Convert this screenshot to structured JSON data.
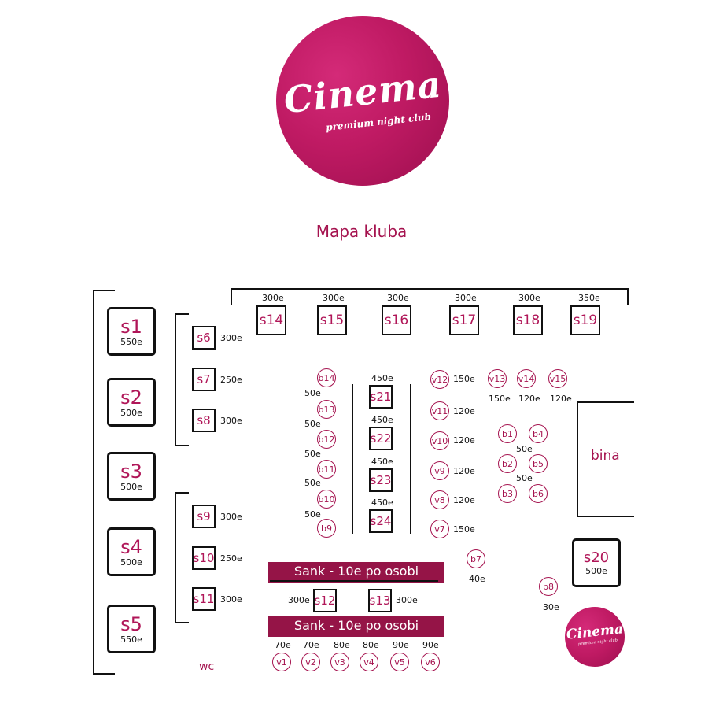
{
  "logo": {
    "word": "Cinema",
    "sub": "premium night club"
  },
  "title": "Mapa kluba",
  "big_seats": [
    {
      "id": "s1",
      "price": "550e"
    },
    {
      "id": "s2",
      "price": "500e"
    },
    {
      "id": "s3",
      "price": "500e"
    },
    {
      "id": "s4",
      "price": "500e"
    },
    {
      "id": "s5",
      "price": "550e"
    },
    {
      "id": "s20",
      "price": "500e"
    }
  ],
  "side_seats": [
    {
      "id": "s6",
      "price": "300e"
    },
    {
      "id": "s7",
      "price": "250e"
    },
    {
      "id": "s8",
      "price": "300e"
    },
    {
      "id": "s9",
      "price": "300e"
    },
    {
      "id": "s10",
      "price": "250e"
    },
    {
      "id": "s11",
      "price": "300e"
    }
  ],
  "top_seats": [
    {
      "id": "s14",
      "price": "300e"
    },
    {
      "id": "s15",
      "price": "300e"
    },
    {
      "id": "s16",
      "price": "300e"
    },
    {
      "id": "s17",
      "price": "300e"
    },
    {
      "id": "s18",
      "price": "300e"
    },
    {
      "id": "s19",
      "price": "350e"
    }
  ],
  "center_seats": [
    {
      "id": "s21",
      "price": "450e"
    },
    {
      "id": "s22",
      "price": "450e"
    },
    {
      "id": "s23",
      "price": "450e"
    },
    {
      "id": "s24",
      "price": "450e"
    }
  ],
  "bar_seats": [
    {
      "id": "s12",
      "price": "300e"
    },
    {
      "id": "s13",
      "price": "300e"
    }
  ],
  "b_column": {
    "ids": [
      "b14",
      "b13",
      "b12",
      "b11",
      "b10",
      "b9"
    ],
    "prices": [
      "50e",
      "50e",
      "50e",
      "50e",
      "50e"
    ]
  },
  "v_column": [
    {
      "id": "v12",
      "price": "150e"
    },
    {
      "id": "v11",
      "price": "120e"
    },
    {
      "id": "v10",
      "price": "120e"
    },
    {
      "id": "v9",
      "price": "120e"
    },
    {
      "id": "v8",
      "price": "120e"
    },
    {
      "id": "v7",
      "price": "150e"
    }
  ],
  "v_top": [
    {
      "id": "v13",
      "price": "150e"
    },
    {
      "id": "v14",
      "price": "120e"
    },
    {
      "id": "v15",
      "price": "120e"
    }
  ],
  "b_group": {
    "ids": [
      "b1",
      "b4",
      "b2",
      "b5",
      "b3",
      "b6"
    ],
    "price1": "50e",
    "price2": "50e"
  },
  "b7": {
    "id": "b7",
    "price": "40e"
  },
  "b8": {
    "id": "b8",
    "price": "30e"
  },
  "v_bottom": [
    {
      "id": "v1",
      "price": "70e"
    },
    {
      "id": "v2",
      "price": "70e"
    },
    {
      "id": "v3",
      "price": "80e"
    },
    {
      "id": "v4",
      "price": "80e"
    },
    {
      "id": "v5",
      "price": "90e"
    },
    {
      "id": "v6",
      "price": "90e"
    }
  ],
  "bars": [
    "Sank - 10e po osobi",
    "Sank - 10e po osobi"
  ],
  "stage": "bina",
  "wc": "wc",
  "colors": {
    "brand": "#b01658",
    "bar": "#951447"
  }
}
